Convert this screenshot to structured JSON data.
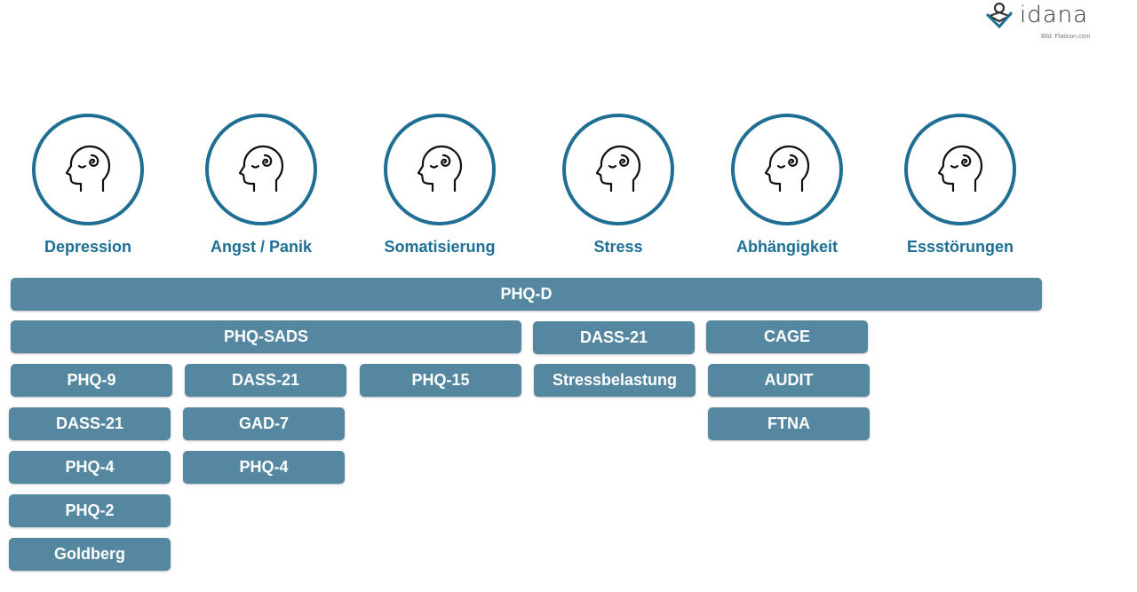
{
  "logo": {
    "text": "idana",
    "credit": "Bild: Flaticon.com"
  },
  "categories": [
    {
      "label": "Depression"
    },
    {
      "label": "Angst / Panik"
    },
    {
      "label": "Somatisierung"
    },
    {
      "label": "Stress"
    },
    {
      "label": "Abhängigkeit"
    },
    {
      "label": "Essstörungen"
    }
  ],
  "instruments": [
    "PHQ-D",
    "PHQ-SADS",
    "DASS-21",
    "CAGE",
    "PHQ-9",
    "DASS-21",
    "PHQ-15",
    "Stressbelastung",
    "AUDIT",
    "DASS-21",
    "GAD-7",
    "FTNA",
    "PHQ-4",
    "PHQ-4",
    "PHQ-2",
    "Goldberg"
  ],
  "colors": {
    "accent": "#1f6e94",
    "bar": "#5588a0"
  }
}
